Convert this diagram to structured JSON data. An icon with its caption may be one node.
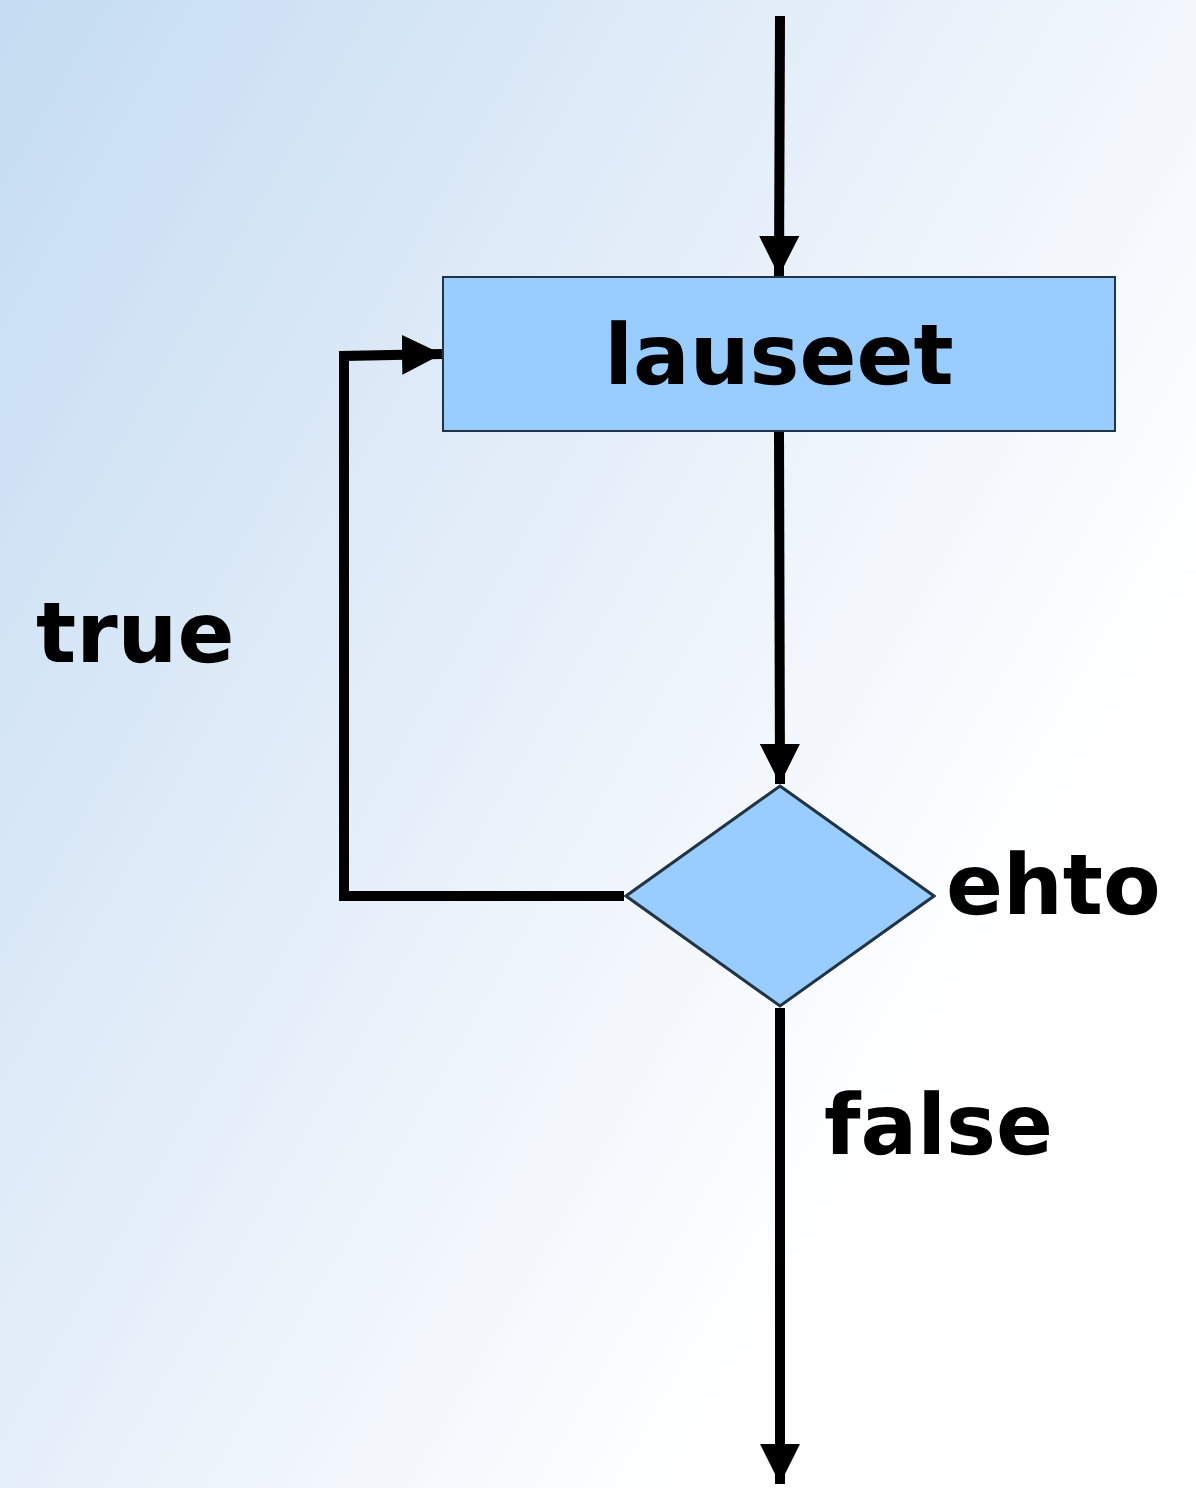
{
  "diagram": {
    "nodes": [
      {
        "text": [
          "lauseet"
        ]
      },
      {
        "text": [],
        "shape": "diamond",
        "beside": [
          "ehto"
        ]
      }
    ],
    "edges": [
      {
        "from": null,
        "to": 0,
        "arrow": "to"
      },
      {
        "from": 0,
        "to": 1,
        "arrow": "to"
      },
      {
        "from": 1,
        "to": 0,
        "arrow": "to",
        "label": "true"
      },
      {
        "from": 1,
        "to": null,
        "arrow": "to",
        "label": "false"
      }
    ]
  }
}
